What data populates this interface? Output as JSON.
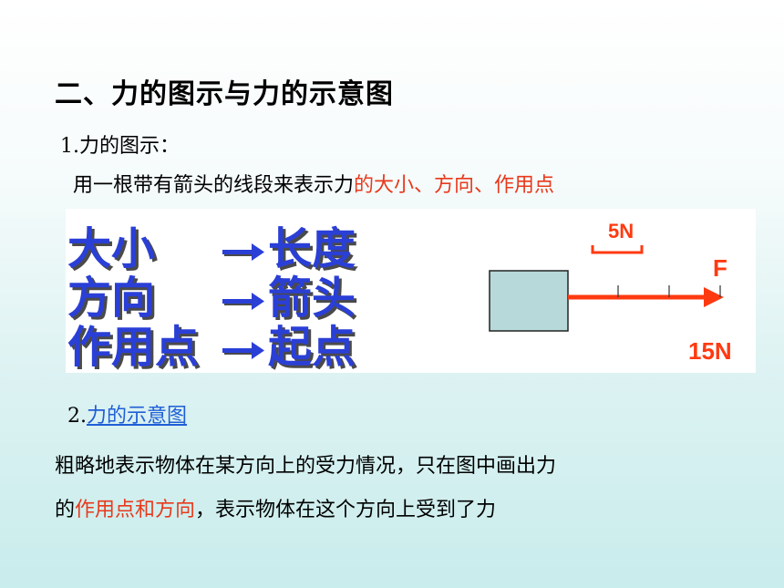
{
  "heading": "二、力的图示与力的示意图",
  "section1": {
    "title": "1.力的图示：",
    "desc_black": "用一根带有箭头的线段来表示力",
    "desc_red": "的大小、方向、作用点"
  },
  "mapping": [
    {
      "left": "大小",
      "right": "长度"
    },
    {
      "left": "方向",
      "right": "箭头"
    },
    {
      "left": "作用点",
      "right": "起点"
    }
  ],
  "diagram": {
    "scale_label": "5N",
    "force_label": "F",
    "magnitude_label": "15N",
    "accent_color": "#ff3a10"
  },
  "section2": {
    "number": "2.",
    "title_link": "力的示意图"
  },
  "paragraph": {
    "part1": "粗略地表示物体在某方向上的受力情况，只在图中画出力",
    "part2_black": "的",
    "part2_red": "作用点和方向",
    "part2_rest": "，表示物体在这个方向上受到了力"
  },
  "colors": {
    "big_text": "#2a3fd6",
    "red_text": "#e8391c",
    "link": "#1f5fd6",
    "box_fill": "#b7d9d9"
  }
}
